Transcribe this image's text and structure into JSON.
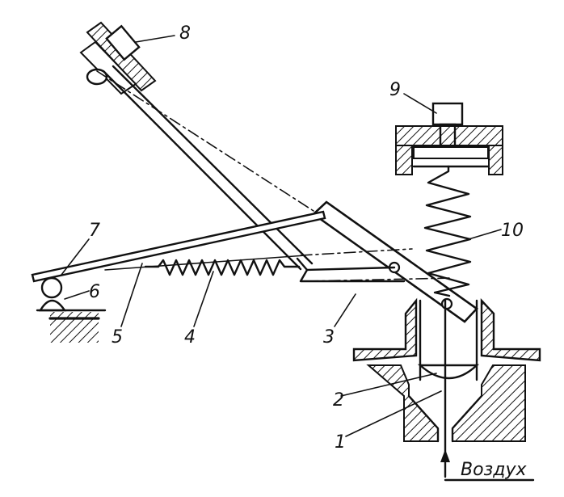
{
  "labels": {
    "n1": "1",
    "n2": "2",
    "n3": "3",
    "n4": "4",
    "n5": "5",
    "n6": "6",
    "n7": "7",
    "n8": "8",
    "n9": "9",
    "n10": "10",
    "air": "Воздух"
  },
  "colors": {
    "ink": "#111111",
    "paper": "#ffffff"
  }
}
